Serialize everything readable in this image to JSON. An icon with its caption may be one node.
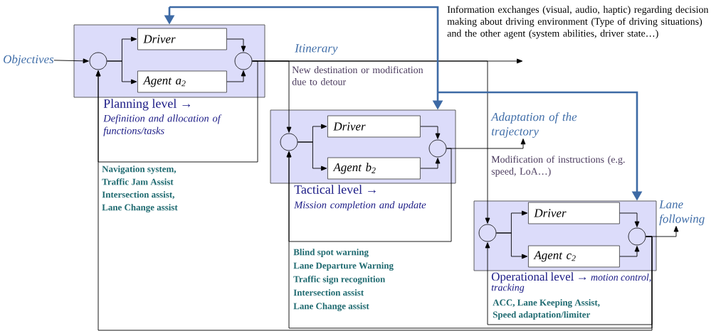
{
  "diagram": {
    "nodes": [
      {
        "text": [
          "Planning level →",
          "Definition and allocation of functions/tasks"
        ]
      },
      {
        "text": [],
        "shape": "circle",
        "in": 0
      },
      {
        "text": [
          "Driver"
        ],
        "in": 0
      },
      {
        "text": [
          "Agent a$_{2}$"
        ],
        "in": 0
      },
      {
        "text": [],
        "shape": "circle",
        "in": 0,
        "beside": [
          "Itinerary"
        ]
      },
      {
        "text": [
          "Tactical level →",
          "Mission completion and update"
        ]
      },
      {
        "text": [],
        "shape": "circle",
        "in": 5
      },
      {
        "text": [
          "Driver"
        ],
        "in": 5
      },
      {
        "text": [
          "Agent b$_{2}$"
        ],
        "in": 5
      },
      {
        "text": [],
        "shape": "circle",
        "in": 5
      },
      {
        "text": [
          "Operational level →",
          "motion control, tracking"
        ]
      },
      {
        "text": [],
        "shape": "circle",
        "in": 10
      },
      {
        "text": [
          "Driver"
        ],
        "in": 10
      },
      {
        "text": [
          "Agent c$_{2}$"
        ],
        "in": 10
      },
      {
        "text": [],
        "shape": "circle",
        "in": 10
      },
      {
        "text": [
          "Objectives"
        ]
      },
      {
        "text": [
          "Adaptation of the trajectory"
        ]
      },
      {
        "text": [
          "Lane following"
        ]
      }
    ],
    "edges": [
      {
        "from": 15,
        "to": 1,
        "arrow": "to"
      },
      {
        "from": 1,
        "to": 2,
        "arrow": "to"
      },
      {
        "from": 1,
        "to": 3,
        "arrow": "to"
      },
      {
        "from": 2,
        "to": 4,
        "arrow": "to"
      },
      {
        "from": 3,
        "to": 4,
        "arrow": "to"
      },
      {
        "from": 4,
        "to": null,
        "arrow": "to"
      },
      {
        "from": 4,
        "to": 1,
        "arrow": "to"
      },
      {
        "from": 4,
        "to": 6,
        "arrow": "to"
      },
      {
        "from": 4,
        "to": 11,
        "arrow": "to"
      },
      {
        "from": 6,
        "to": 7,
        "arrow": "to"
      },
      {
        "from": 6,
        "to": 8,
        "arrow": "to"
      },
      {
        "from": 7,
        "to": 9,
        "arrow": "to"
      },
      {
        "from": 8,
        "to": 9,
        "arrow": "to"
      },
      {
        "from": 9,
        "to": 16,
        "arrow": "to"
      },
      {
        "from": 9,
        "to": 6,
        "arrow": "to"
      },
      {
        "from": 11,
        "to": 12,
        "arrow": "to"
      },
      {
        "from": 11,
        "to": 13,
        "arrow": "to"
      },
      {
        "from": 12,
        "to": 14,
        "arrow": "to"
      },
      {
        "from": 13,
        "to": 14,
        "arrow": "to"
      },
      {
        "from": 14,
        "to": 17,
        "arrow": "to"
      },
      {
        "from": 14,
        "to": 11,
        "arrow": "to"
      },
      {
        "from": 14,
        "to": 6,
        "arrow": "to"
      },
      {
        "from": 14,
        "to": 1,
        "arrow": "to"
      },
      {
        "from": null,
        "to": 0,
        "arrow": "to",
        "style": "thick",
        "color": "#3d6aa5"
      },
      {
        "from": null,
        "to": 5,
        "arrow": "to",
        "style": "thick",
        "color": "#3d6aa5"
      },
      {
        "from": null,
        "to": 10,
        "arrow": "to",
        "style": "thick",
        "color": "#3d6aa5"
      }
    ],
    "labels": [
      "Information exchanges (visual, audio, haptic) regarding decision making about driving environment (Type of driving situations) and the other agent (system abilities, driver state…)",
      "New destination or modification due to detour",
      "Modification of instructions (e.g. speed, LoA…)",
      "Navigation system,",
      "Traffic Jam Assist",
      "Intersection assist,",
      "Lane Change assist",
      "Blind spot warning",
      "Lane Departure Warning",
      "Traffic sign recognition",
      "Intersection assist",
      "Lane Change assist",
      "ACC, Lane Keeping Assist,",
      "Speed adaptation/limiter"
    ]
  }
}
